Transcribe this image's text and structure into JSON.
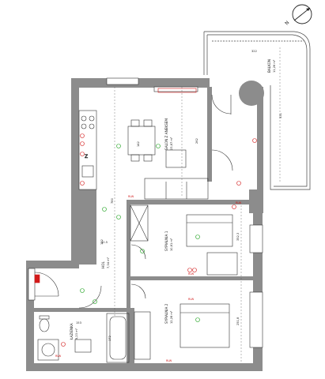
{
  "compass": {
    "label": "N"
  },
  "rooms": [
    {
      "name": "SALON Z ANEKSEM",
      "area": "23,67 m²"
    },
    {
      "name": "SYPIALNIA 1",
      "area": "10,61 m²"
    },
    {
      "name": "SYPIALNIA 2",
      "area": "12,28 m²"
    },
    {
      "name": "HOL",
      "area": "7,34 m²"
    },
    {
      "name": "ŁAZIENKA",
      "area": "5,23 m²"
    },
    {
      "name": "BALKON",
      "area": "11,26 m²"
    }
  ],
  "dimensions": {
    "d1": "142",
    "d2": "262",
    "d3": "780",
    "d4": "352,3",
    "d5": "251,8",
    "d6": "531",
    "d7": "322",
    "d8": "152",
    "d9": "153",
    "d10": "172",
    "d11": "12.5"
  },
  "red_marks": [
    "RLW",
    "RLW",
    "RLW",
    "RLW",
    "RLW",
    "RLW"
  ],
  "colors": {
    "wall": "#8c8c8c",
    "line": "#333333",
    "red": "#d21a1a",
    "green": "#1aa01a"
  }
}
